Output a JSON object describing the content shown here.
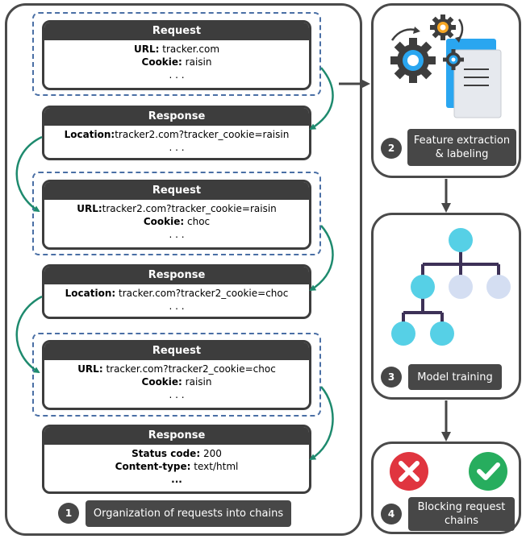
{
  "chain_panel": {
    "blocks": [
      {
        "kind": "request",
        "title": "Request",
        "lines": [
          {
            "label": "URL:",
            "value": " tracker.com"
          },
          {
            "label": "Cookie:",
            "value": " raisin"
          },
          {
            "label": "",
            "value": ". . ."
          }
        ]
      },
      {
        "kind": "response",
        "title": "Response",
        "lines": [
          {
            "label": "Location:",
            "value": "tracker2.com?tracker_cookie=raisin"
          },
          {
            "label": "",
            "value": ". . ."
          }
        ]
      },
      {
        "kind": "request",
        "title": "Request",
        "lines": [
          {
            "label": "URL:",
            "value": "tracker2.com?tracker_cookie=raisin"
          },
          {
            "label": "Cookie:",
            "value": " choc"
          },
          {
            "label": "",
            "value": ". . ."
          }
        ]
      },
      {
        "kind": "response",
        "title": "Response",
        "lines": [
          {
            "label": "Location:",
            "value": " tracker.com?tracker2_cookie=choc"
          },
          {
            "label": "",
            "value": ". . ."
          }
        ]
      },
      {
        "kind": "request",
        "title": "Request",
        "lines": [
          {
            "label": "URL:",
            "value": " tracker.com?tracker2_cookie=choc"
          },
          {
            "label": "Cookie:",
            "value": " raisin"
          },
          {
            "label": "",
            "value": ". . ."
          }
        ]
      },
      {
        "kind": "response",
        "title": "Response",
        "lines": [
          {
            "label": "Status code:",
            "value": " 200"
          },
          {
            "label": "Content-type:",
            "value": " text/html"
          },
          {
            "label": "...",
            "value": ""
          }
        ]
      }
    ],
    "step_number": "1",
    "step_label": "Organization of requests into chains"
  },
  "steps": {
    "feature": {
      "number": "2",
      "label": "Feature extraction & labeling"
    },
    "training": {
      "number": "3",
      "label": "Model training"
    },
    "blocking": {
      "number": "4",
      "label": "Blocking request chains"
    }
  },
  "colors": {
    "dark": "#3d3d3d",
    "dashed_border": "#4a6fa5",
    "chain_arrow": "#1e8a6e",
    "tree_node": "#56d0e6",
    "tree_node_light": "#d4def2",
    "tree_edge": "#3d3157",
    "reject": "#e0353f",
    "accept": "#27ad5e"
  },
  "icons": [
    "gears-icon",
    "document-icon",
    "decision-tree-icon",
    "reject-icon",
    "accept-icon"
  ]
}
